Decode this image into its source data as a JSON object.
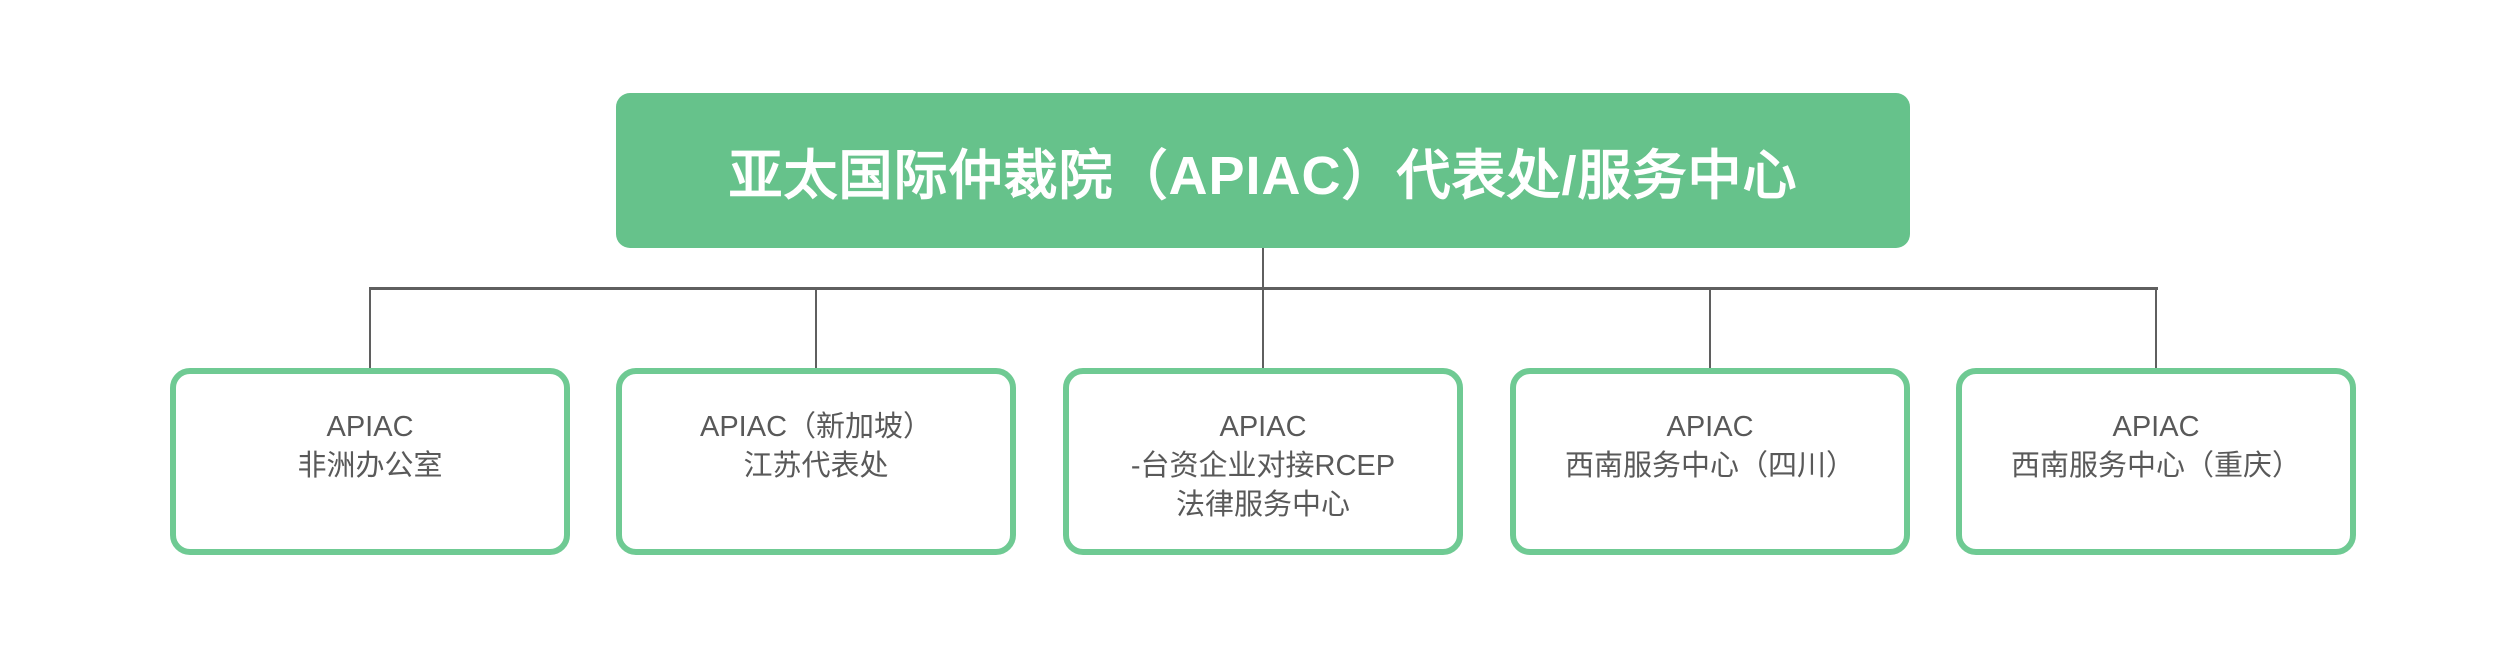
{
  "colors": {
    "root_fill": "#66c28b",
    "root_text": "#ffffff",
    "child_border": "#6fca93",
    "child_bg": "#ffffff",
    "child_text": "#595959",
    "connector": "#5f5f5f",
    "page_bg": "#ffffff"
  },
  "org_chart": {
    "root": {
      "label": "亚太国际仲裁院（APIAC）代表处/服务中心"
    },
    "children": [
      {
        "lines": [
          "APIAC",
          "非洲办公室"
        ]
      },
      {
        "lines": [
          "APIAC（新加坡）",
          "江苏代表处"
        ]
      },
      {
        "lines": [
          "APIAC",
          "-台资企业对接RCEP",
          "法律服务中心"
        ]
      },
      {
        "lines": [
          "APIAC",
          "西南服务中心（四川）"
        ]
      },
      {
        "lines": [
          "APIAC",
          "西南服务中心（重庆）"
        ]
      }
    ]
  }
}
